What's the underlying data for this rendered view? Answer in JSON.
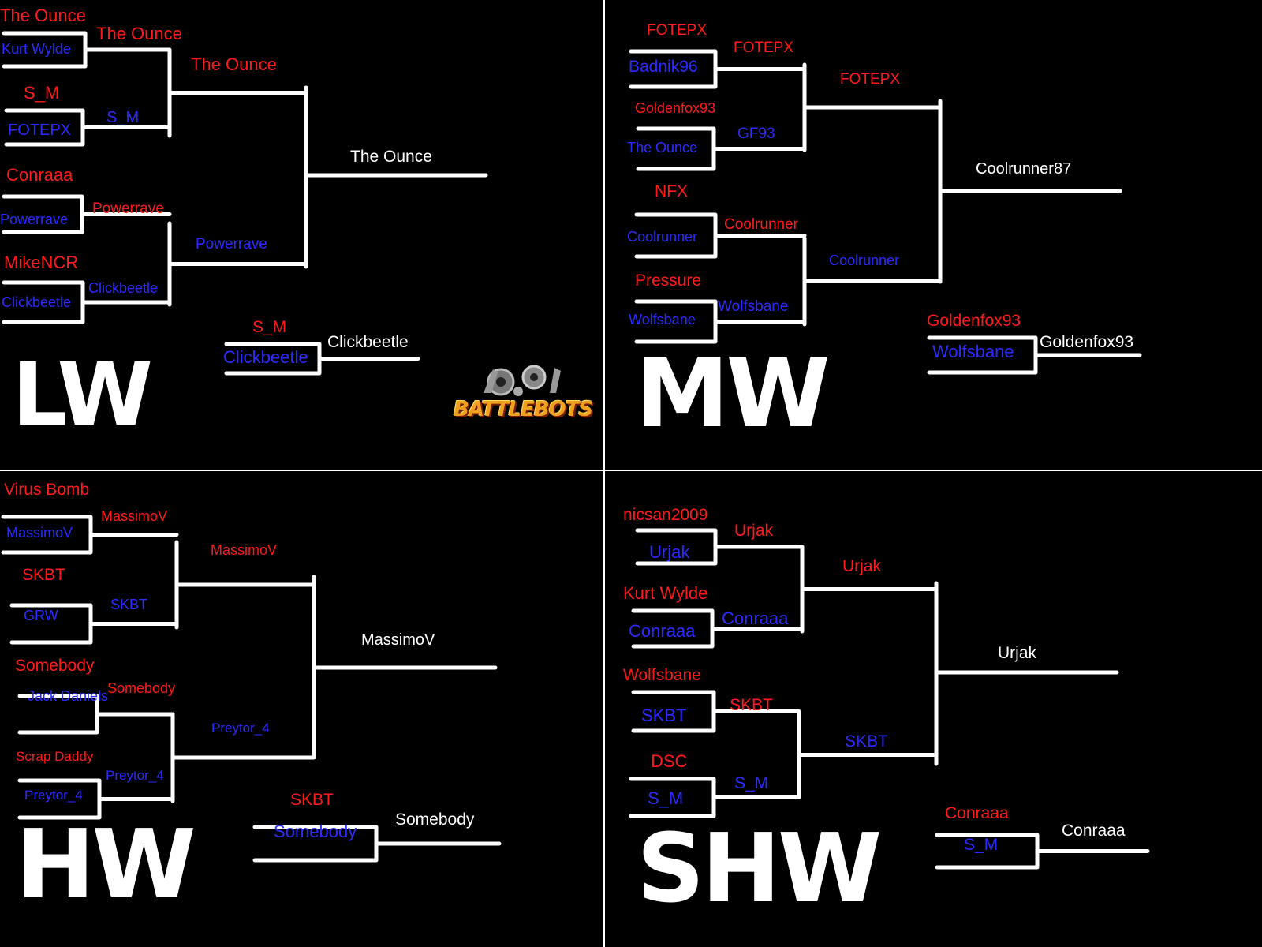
{
  "colors": {
    "background": "#000000",
    "lines": "#ffffff",
    "top_seed": "#ff1a1a",
    "bottom_seed": "#2b2bff",
    "champion": "#ffffff"
  },
  "logo": {
    "text": "BATTLEBOTS",
    "icon": "robot-gears-icon"
  },
  "quadrants": [
    {
      "id": "lw",
      "class_label": "LW",
      "round1": [
        {
          "top": "The Ounce",
          "bottom": "Kurt Wylde"
        },
        {
          "top": "S_M",
          "bottom": "FOTEPX"
        },
        {
          "top": "Conraaa",
          "bottom": "Powerrave"
        },
        {
          "top": "MikeNCR",
          "bottom": "Clickbeetle"
        }
      ],
      "round2": [
        "The Ounce",
        "S_M",
        "Powerrave",
        "Clickbeetle"
      ],
      "round3": [
        "The Ounce",
        "Powerrave"
      ],
      "winner": "The Ounce",
      "third_place": {
        "top": "S_M",
        "bottom": "Clickbeetle",
        "winner": "Clickbeetle"
      }
    },
    {
      "id": "mw",
      "class_label": "MW",
      "round1": [
        {
          "top": "FOTEPX",
          "bottom": "Badnik96"
        },
        {
          "top": "Goldenfox93",
          "bottom": "The Ounce"
        },
        {
          "top": "NFX",
          "bottom": "Coolrunner"
        },
        {
          "top": "Pressure",
          "bottom": "Wolfsbane"
        }
      ],
      "round2": [
        "FOTEPX",
        "GF93",
        "Coolrunner",
        "Wolfsbane"
      ],
      "round3": [
        "FOTEPX",
        "Coolrunner"
      ],
      "winner": "Coolrunner87",
      "third_place": {
        "top": "Goldenfox93",
        "bottom": "Wolfsbane",
        "winner": "Goldenfox93"
      }
    },
    {
      "id": "hw",
      "class_label": "HW",
      "round1": [
        {
          "top": "Virus Bomb",
          "bottom": "MassimoV"
        },
        {
          "top": "SKBT",
          "bottom": "GRW"
        },
        {
          "top": "Somebody",
          "bottom": "Jack Daniels"
        },
        {
          "top": "Scrap Daddy",
          "bottom": "Preytor_4"
        }
      ],
      "round2": [
        "MassimoV",
        "SKBT",
        "Somebody",
        "Preytor_4"
      ],
      "round3": [
        "MassimoV",
        "Preytor_4"
      ],
      "winner": "MassimoV",
      "third_place": {
        "top": "SKBT",
        "bottom": "Somebody",
        "winner": "Somebody"
      }
    },
    {
      "id": "shw",
      "class_label": "SHW",
      "round1": [
        {
          "top": "nicsan2009",
          "bottom": "Urjak"
        },
        {
          "top": "Kurt Wylde",
          "bottom": "Conraaa"
        },
        {
          "top": "Wolfsbane",
          "bottom": "SKBT"
        },
        {
          "top": "DSC",
          "bottom": "S_M"
        }
      ],
      "round2": [
        "Urjak",
        "Conraaa",
        "SKBT",
        "S_M"
      ],
      "round3": [
        "Urjak",
        "SKBT"
      ],
      "winner": "Urjak",
      "third_place": {
        "top": "Conraaa",
        "bottom": "S_M",
        "winner": "Conraaa"
      }
    }
  ]
}
